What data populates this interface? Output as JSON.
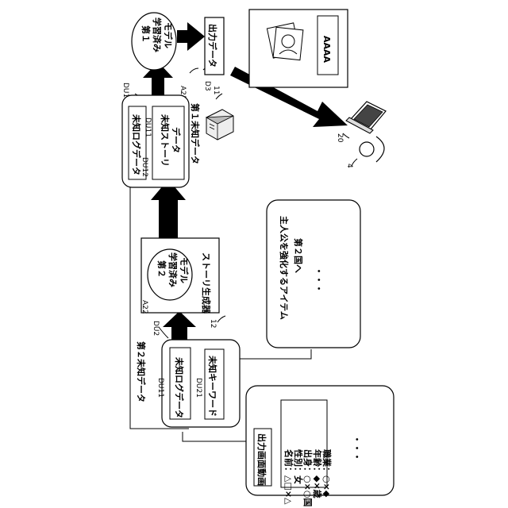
{
  "model1": {
    "lines": [
      "第１",
      "学習済み",
      "モデル"
    ],
    "ref": "A21"
  },
  "output_data": {
    "label": "出力データ",
    "ref": "D3"
  },
  "output_screen": {
    "text": "AAAA"
  },
  "server_ref": "11",
  "terminal_ref": "20",
  "user_ref": "4",
  "first_unknown": {
    "title": "第１未知データ",
    "ref": "DU1",
    "log": {
      "label": "未知ログデータ",
      "ref": "DU12"
    },
    "story": {
      "label": "未知ストーリデータ",
      "ref": "DU11",
      "lines": [
        "未知ストーリ",
        "データ"
      ]
    }
  },
  "story_generator": {
    "label": "ストーリ生成器",
    "ref": "12",
    "model2": {
      "lines": [
        "第２",
        "学習済み",
        "モデル"
      ],
      "ref": "A22"
    }
  },
  "item_box": {
    "lines": [
      "主人公を強化するアイテム",
      "第２国へ"
    ],
    "ellipsis": "・・・"
  },
  "second_unknown": {
    "title": "第２未知データ",
    "ref": "DU2",
    "log": {
      "label": "未知ログデータ",
      "ref": "DU11"
    },
    "keyword": {
      "label": "未知キーワード",
      "ref": "DU21"
    }
  },
  "output_video": {
    "title": "出力画面動画",
    "fields": [
      "名前：△□×△",
      "性別：女",
      "出身：○×○国",
      "年齢：◆×歳",
      "職業：○×◆"
    ],
    "ellipsis": "・・・"
  }
}
